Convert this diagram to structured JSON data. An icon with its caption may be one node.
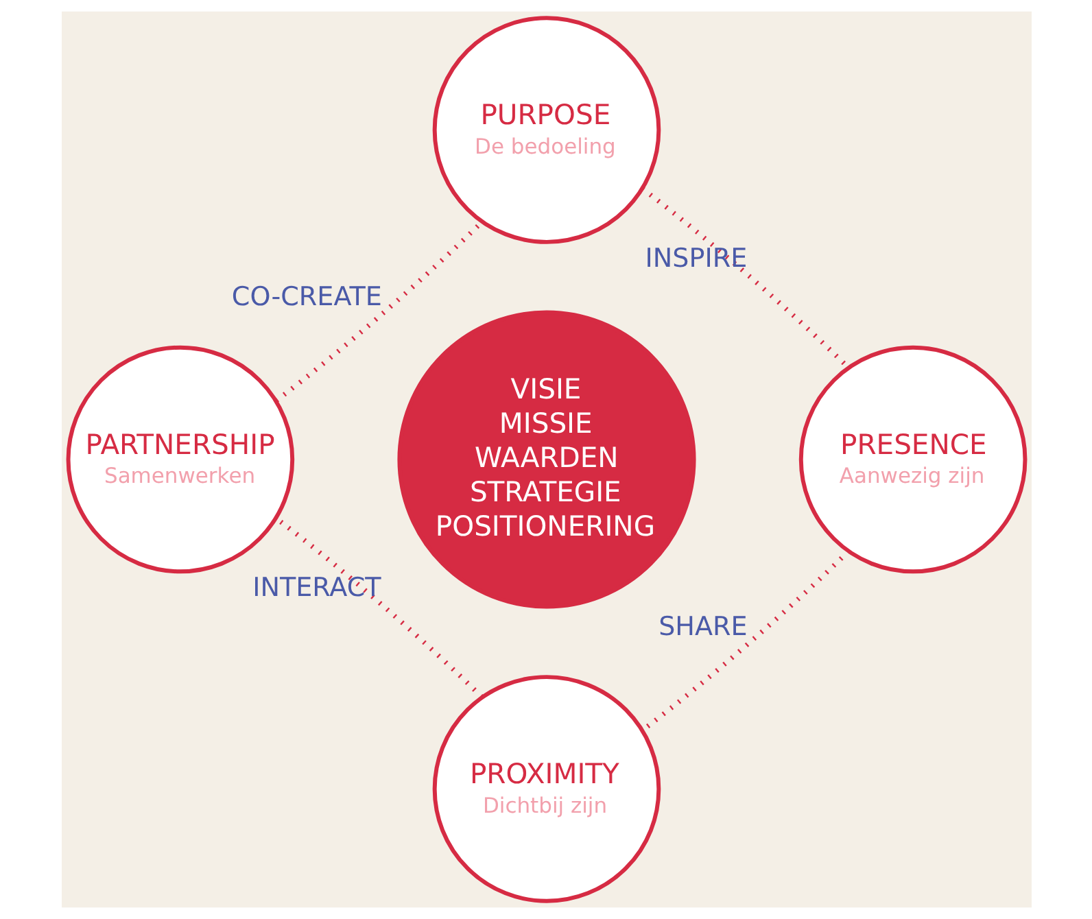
{
  "diagram": {
    "nodes": [
      {
        "text": [
          "PURPOSE",
          "De bedoeling"
        ]
      },
      {
        "text": [
          "PARTNERSHIP",
          "Samenwerken"
        ]
      },
      {
        "text": [
          "VISIE",
          "MISSIE",
          "WAARDEN",
          "STRATEGIE",
          "POSITIONERING"
        ]
      },
      {
        "text": [
          "PRESENCE",
          "Aanwezig zijn"
        ]
      },
      {
        "text": [
          "PROXIMITY",
          "Dichtbij zijn"
        ]
      }
    ],
    "edges": [
      {
        "from": 0,
        "to": 3,
        "arrow": "none",
        "label": "INSPIRE",
        "style": "dashed"
      },
      {
        "from": 3,
        "to": 4,
        "arrow": "none",
        "label": "SHARE",
        "style": "dashed"
      },
      {
        "from": 4,
        "to": 1,
        "arrow": "none",
        "label": "INTERACT",
        "style": "dashed"
      },
      {
        "from": 1,
        "to": 0,
        "arrow": "none",
        "label": "CO-CREATE",
        "style": "dashed"
      }
    ]
  }
}
